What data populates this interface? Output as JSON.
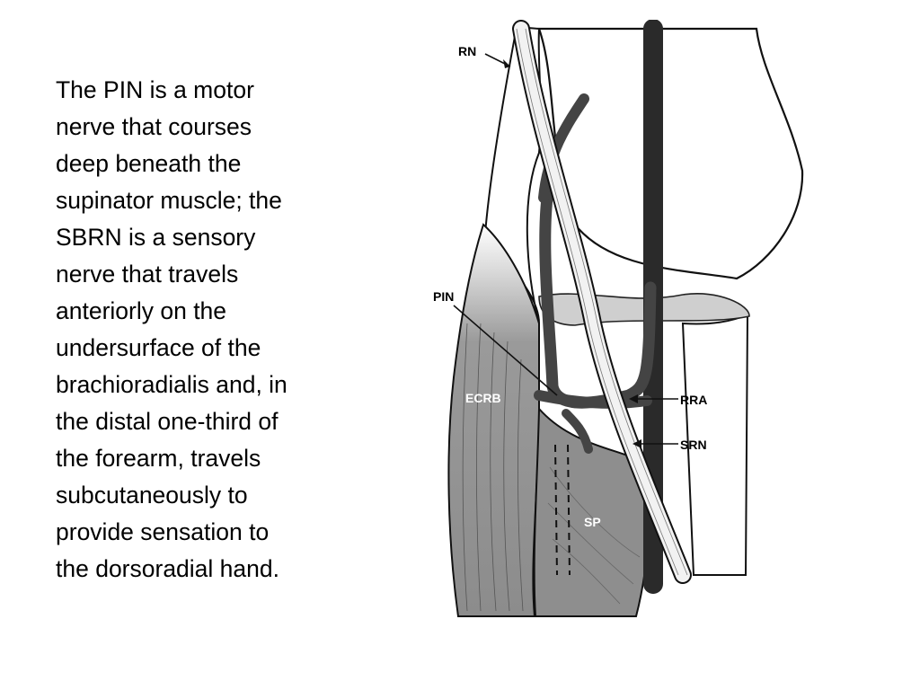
{
  "body_text": {
    "lines": [
      "The PIN is a motor",
      "nerve that courses",
      "deep beneath the",
      "supinator muscle; the",
      "SBRN is a sensory",
      "nerve that travels",
      "anteriorly on the",
      "undersurface of the",
      "brachioradialis and, in",
      "the distal one-third of",
      "the forearm, travels",
      "subcutaneously to",
      "provide sensation to",
      "the dorsoradial hand."
    ]
  },
  "figure": {
    "labels": {
      "rn": "RN",
      "pin": "PIN",
      "ecrb": "ECRB",
      "rra": "RRA",
      "srn": "SRN",
      "sp": "SP"
    }
  }
}
